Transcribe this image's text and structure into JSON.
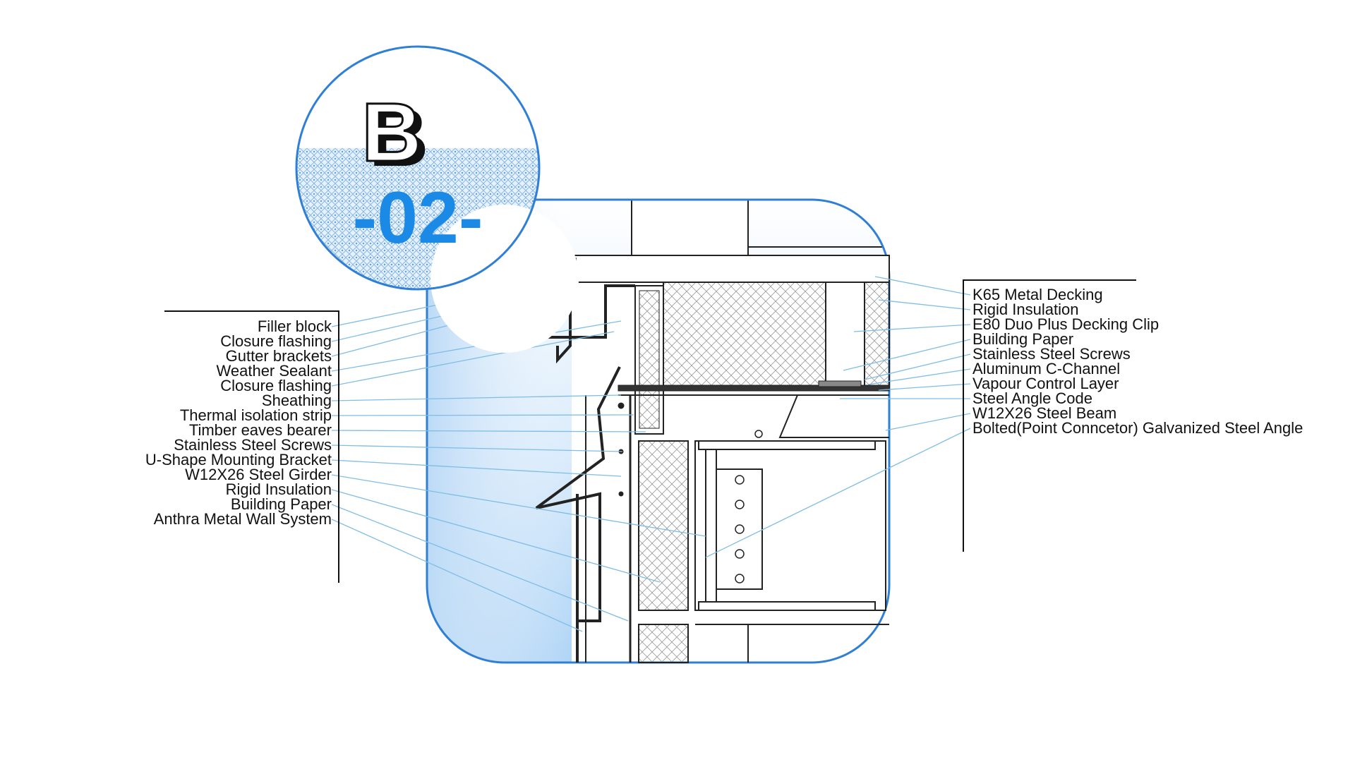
{
  "detail": {
    "letter": "B",
    "number": "-02-"
  },
  "labels_left": [
    "Filler block",
    "Closure flashing",
    "Gutter brackets",
    "Weather Sealant",
    "Closure flashing",
    "Sheathing",
    "Thermal isolation strip",
    "Timber eaves bearer",
    "Stainless Steel Screws",
    "U-Shape Mounting Bracket",
    "W12X26 Steel Girder",
    "Rigid Insulation",
    "Building Paper",
    "Anthra Metal Wall System"
  ],
  "labels_right": [
    "K65 Metal Decking",
    "Rigid Insulation",
    "E80 Duo Plus Decking Clip",
    "Building Paper",
    "Stainless Steel Screws",
    "Aluminum C-Channel",
    "Vapour Control Layer",
    "Steel Angle Code",
    "W12X26 Steel Beam",
    "Bolted(Point Conncetor) Galvanized Steel Angle"
  ],
  "colors": {
    "accent": "#1a8ae6",
    "frame": "#2f7fd6",
    "leader": "#7fbde6",
    "ink": "#111111"
  }
}
